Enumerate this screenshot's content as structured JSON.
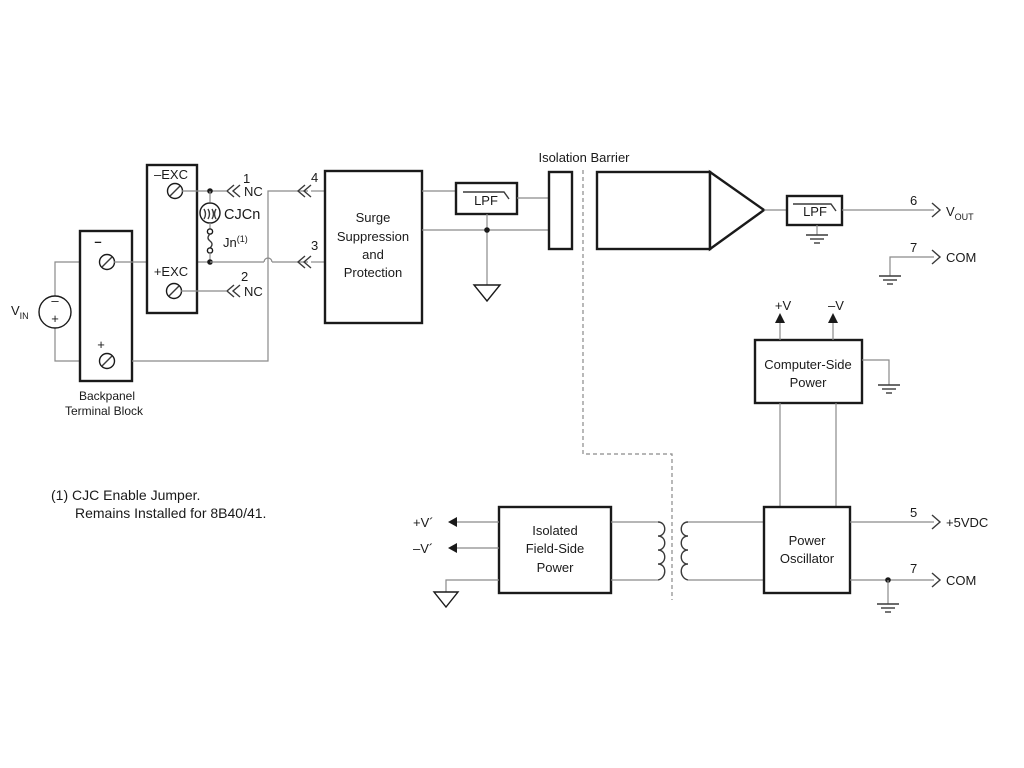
{
  "terminal_block": {
    "exc_neg": "–EXC",
    "exc_pos": "+EXC",
    "minus": "–",
    "plus": "+",
    "caption_line1": "Backpanel",
    "caption_line2": "Terminal Block"
  },
  "source": {
    "v": "V",
    "sub": "IN",
    "minus": "–",
    "plus": "+"
  },
  "pins": {
    "p1": "1",
    "p2": "2",
    "p3": "3",
    "p4": "4",
    "p5": "5",
    "p6": "6",
    "p7a": "7",
    "p7b": "7"
  },
  "nc_label": "NC",
  "cjc": {
    "label": "CJCn",
    "jumper": "Jn",
    "jumper_sup": "(1)"
  },
  "surge": {
    "line1": "Surge",
    "line2": "Suppression",
    "line3": "and",
    "line4": "Protection"
  },
  "lpf": "LPF",
  "isolation_barrier": "Isolation Barrier",
  "output": {
    "v": "V",
    "sub": "OUT",
    "com": "COM"
  },
  "computer_power": {
    "line1": "Computer-Side",
    "line2": "Power",
    "vpos": "+V",
    "vneg": "–V"
  },
  "field_power": {
    "line1": "Isolated",
    "line2": "Field-Side",
    "line3": "Power",
    "vpos": "+V´",
    "vneg": "–V´"
  },
  "oscillator": {
    "line1": "Power",
    "line2": "Oscillator",
    "supply": "+5VDC",
    "com": "COM"
  },
  "footnote": {
    "line1": "(1) CJC Enable Jumper.",
    "line2": "Remains Installed for 8B40/41."
  }
}
